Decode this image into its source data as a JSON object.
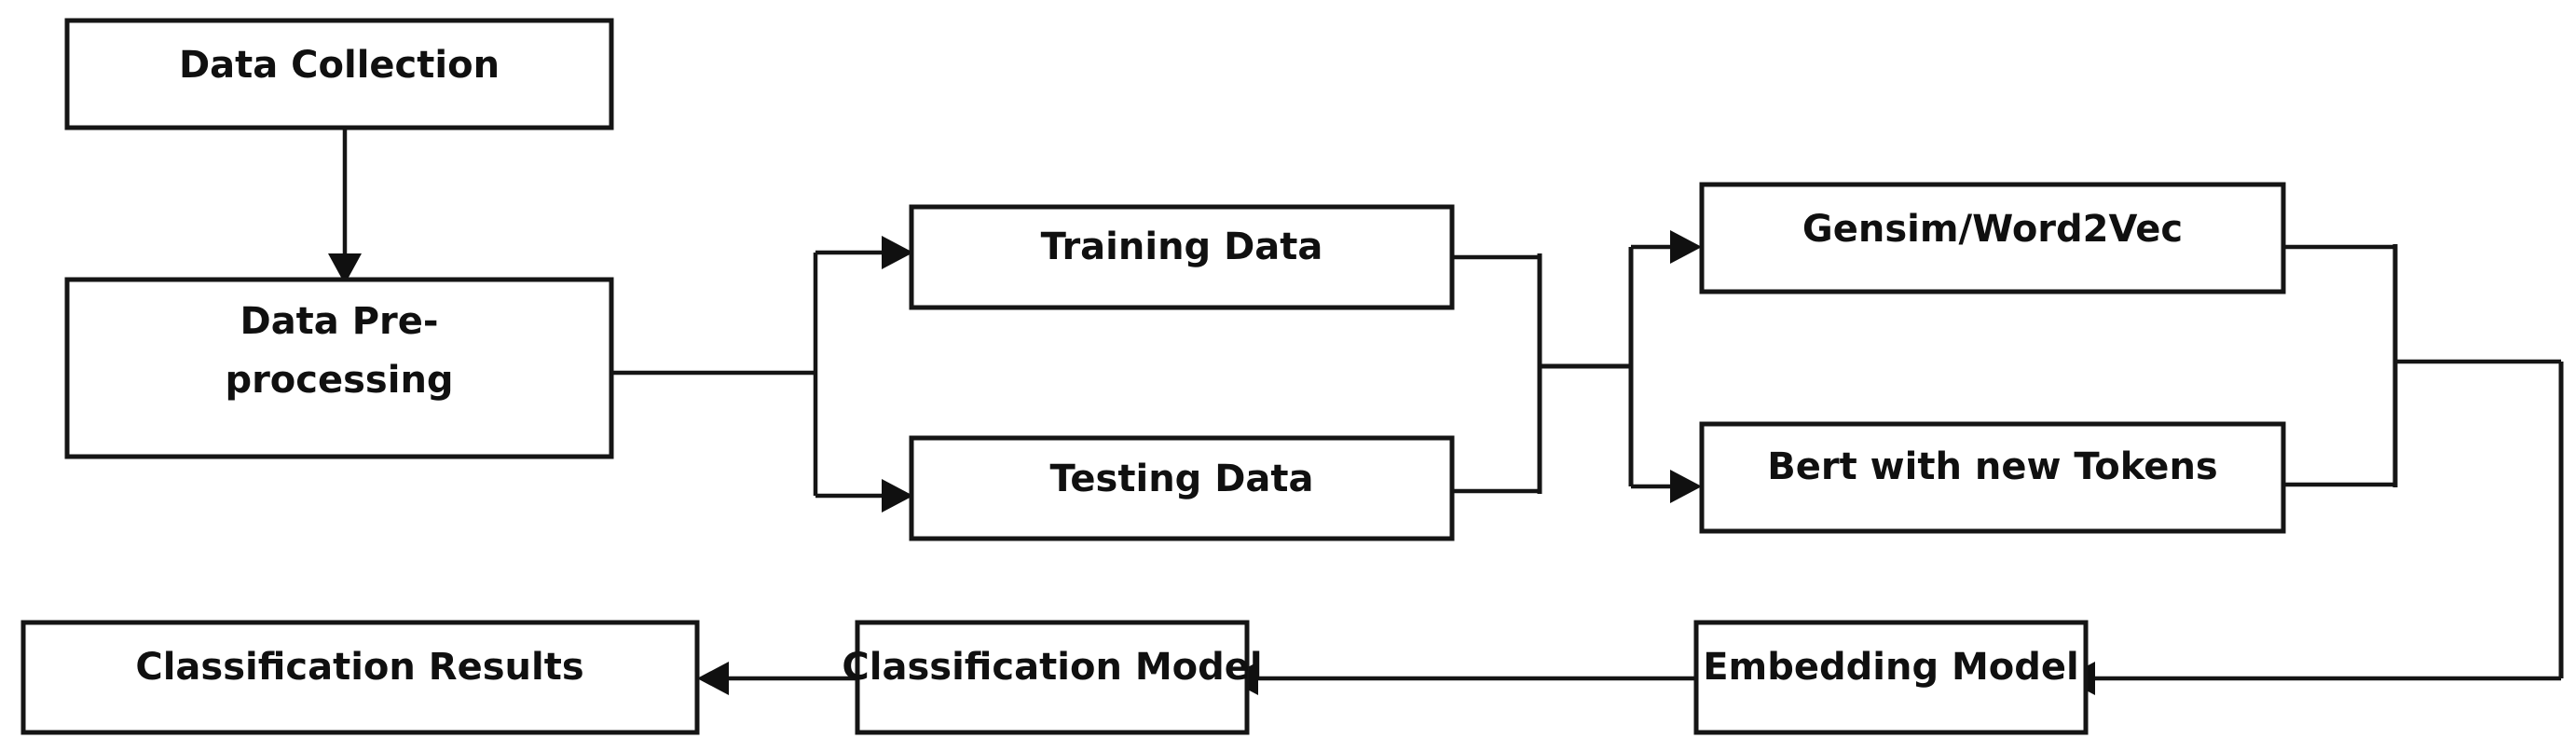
{
  "diagram": {
    "title": "Text Classification Pipeline Flowchart",
    "type": "flowchart",
    "background_color": "#ffffff",
    "line_color": "#151515",
    "text_color": "#101010",
    "nodes": [
      {
        "id": "data-collection",
        "label": "Data Collection",
        "label_line1": "Data Collection",
        "label_line2": ""
      },
      {
        "id": "data-preprocessing",
        "label": "Data Pre-processing",
        "label_line1": "Data Pre-",
        "label_line2": "processing"
      },
      {
        "id": "training-data",
        "label": "Training Data",
        "label_line1": "Training Data",
        "label_line2": ""
      },
      {
        "id": "testing-data",
        "label": "Testing Data",
        "label_line1": "Testing Data",
        "label_line2": ""
      },
      {
        "id": "gensim-word2vec",
        "label": "Gensim/Word2Vec",
        "label_line1": "Gensim/Word2Vec",
        "label_line2": ""
      },
      {
        "id": "bert-new-tokens",
        "label": "Bert with new Tokens",
        "label_line1": "Bert with new Tokens",
        "label_line2": ""
      },
      {
        "id": "embedding-model",
        "label": "Embedding Model",
        "label_line1": "Embedding Model",
        "label_line2": ""
      },
      {
        "id": "classification-model",
        "label": "Classification Model",
        "label_line1": "Classification Model",
        "label_line2": ""
      },
      {
        "id": "classification-results",
        "label": "Classification Results",
        "label_line1": "Classification Results",
        "label_line2": ""
      }
    ],
    "edges": [
      {
        "from": "data-collection",
        "to": "data-preprocessing",
        "direction": "down",
        "arrow": true
      },
      {
        "from": "data-preprocessing",
        "to": "training-data",
        "direction": "right",
        "arrow": true
      },
      {
        "from": "data-preprocessing",
        "to": "testing-data",
        "direction": "right",
        "arrow": true
      },
      {
        "from": "training-data",
        "to": "gensim-word2vec",
        "direction": "right",
        "arrow": true
      },
      {
        "from": "training-data",
        "to": "bert-new-tokens",
        "direction": "right",
        "arrow": true
      },
      {
        "from": "testing-data",
        "to": "gensim-word2vec",
        "direction": "right",
        "arrow": true
      },
      {
        "from": "testing-data",
        "to": "bert-new-tokens",
        "direction": "right",
        "arrow": true
      },
      {
        "from": "gensim-word2vec",
        "to": "embedding-model",
        "direction": "left",
        "arrow": true
      },
      {
        "from": "bert-new-tokens",
        "to": "embedding-model",
        "direction": "left",
        "arrow": true
      },
      {
        "from": "embedding-model",
        "to": "classification-model",
        "direction": "left",
        "arrow": true
      },
      {
        "from": "classification-model",
        "to": "classification-results",
        "direction": "left",
        "arrow": true
      }
    ]
  }
}
